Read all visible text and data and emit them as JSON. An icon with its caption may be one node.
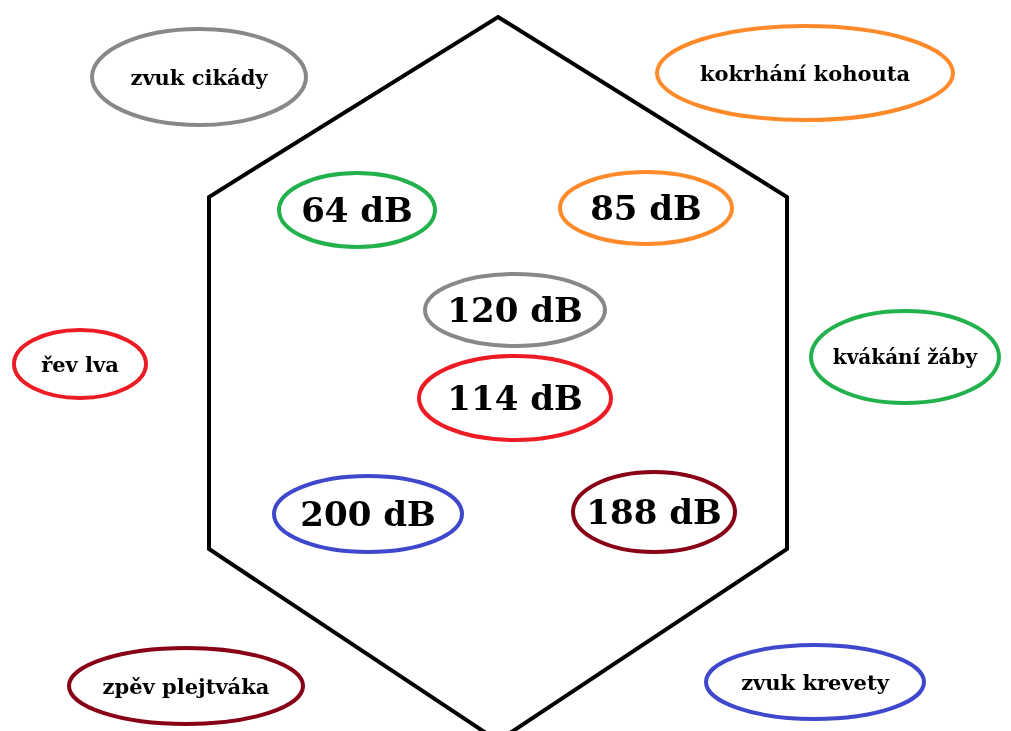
{
  "diagram": {
    "nodes": [
      {
        "text": [],
        "shape": "hexagon"
      },
      {
        "text": [
          "zvuk cikády"
        ]
      },
      {
        "text": [
          "kokrhání kohouta"
        ]
      },
      {
        "text": [
          "64 dB"
        ],
        "in": 0
      },
      {
        "text": [
          "85 dB"
        ],
        "in": 0
      },
      {
        "text": [
          "120 dB"
        ],
        "in": 0
      },
      {
        "text": [
          "řev lva"
        ]
      },
      {
        "text": [
          "kvákání žáby"
        ]
      },
      {
        "text": [
          "114 dB"
        ],
        "in": 0
      },
      {
        "text": [
          "200 dB"
        ],
        "in": 0
      },
      {
        "text": [
          "188 dB"
        ],
        "in": 0
      },
      {
        "text": [
          "zpěv plejtváka"
        ]
      },
      {
        "text": [
          "zvuk krevety"
        ]
      }
    ]
  }
}
